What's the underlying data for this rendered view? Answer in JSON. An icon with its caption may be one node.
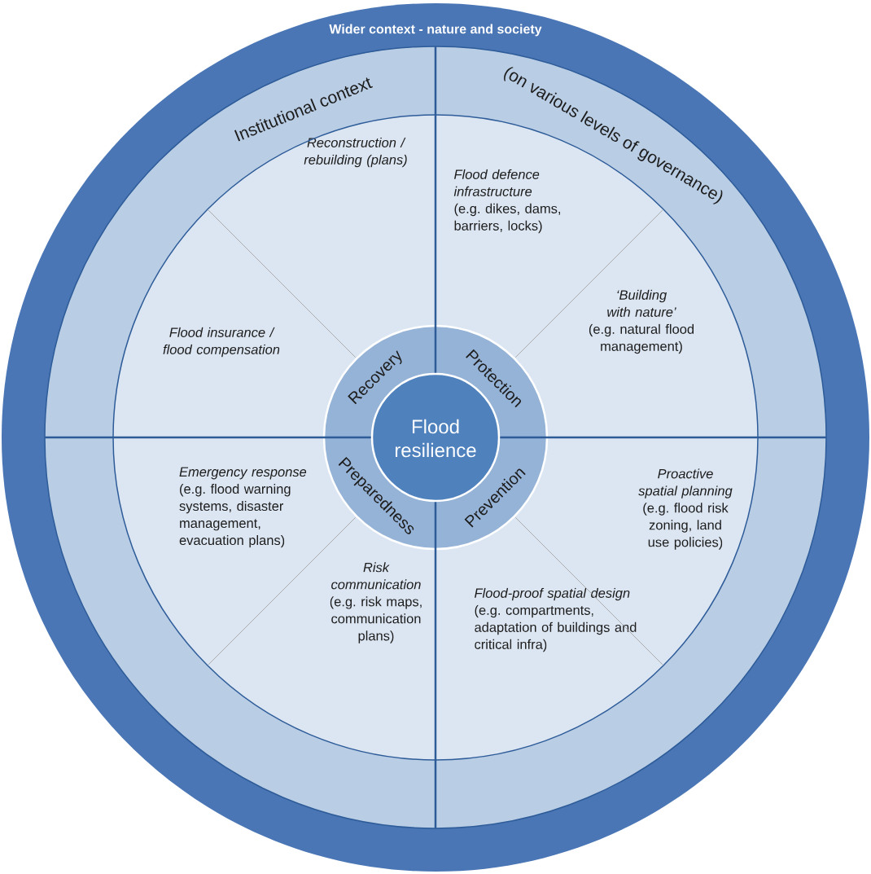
{
  "diagram": {
    "nodes": [
      {
        "text": [
          "Wider context - nature and society"
        ]
      },
      {
        "text": [
          "Institutional context",
          "(on various levels of governance)"
        ],
        "in": 0
      },
      {
        "text": [
          "Reconstruction / rebuilding (plans)"
        ],
        "in": 1
      },
      {
        "text": [
          "Flood defence infrastructure",
          "(e.g. dikes, dams, barriers, locks)"
        ],
        "in": 1
      },
      {
        "text": [
          "Flood insurance / flood compensation"
        ],
        "in": 1
      },
      {
        "text": [
          "‘Building with nature’",
          "(e.g. natural flood management)"
        ],
        "in": 1
      },
      {
        "text": [
          "Recovery"
        ],
        "in": 1
      },
      {
        "text": [
          "Protection"
        ],
        "in": 1
      },
      {
        "text": [
          "Flood resilience"
        ],
        "in": 1
      },
      {
        "text": [
          "Preparedness"
        ],
        "in": 1
      },
      {
        "text": [
          "Prevention"
        ],
        "in": 1
      },
      {
        "text": [
          "*Emergency response* (e.g. flood warning systems, disaster management, evacuation plans)"
        ],
        "in": 1
      },
      {
        "text": [
          "Proactive spatial planning",
          "(e.g. flood risk zoning, land use policies)"
        ],
        "in": 1
      },
      {
        "text": [
          "Risk communication",
          "(e.g. risk maps, communication plans)"
        ],
        "in": 1
      },
      {
        "text": [
          "Flood-proof spatial design",
          "(e.g. compartments, adaptation of buildings and critical infra)"
        ],
        "in": 1
      }
    ]
  }
}
